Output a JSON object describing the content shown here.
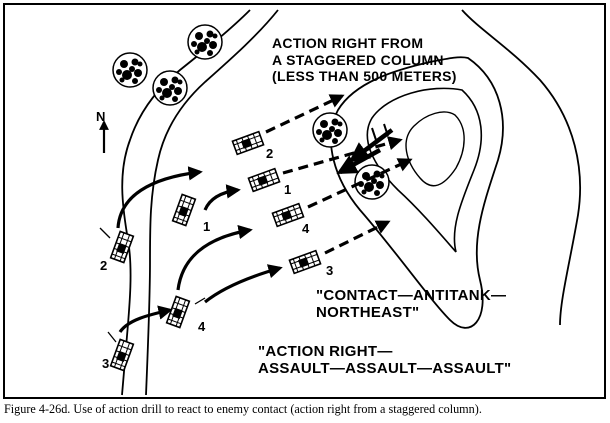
{
  "diagram": {
    "title_lines": [
      "ACTION RIGHT FROM",
      "A STAGGERED COLUMN",
      "(LESS THAN 500 METERS)"
    ],
    "contact_lines": [
      "\"CONTACT—ANTITANK—",
      "NORTHEAST\""
    ],
    "action_lines": [
      "\"ACTION RIGHT—",
      "ASSAULT—ASSAULT—ASSAULT\""
    ],
    "north_label": "N",
    "column_numbers": [
      "2",
      "1",
      "4",
      "3"
    ],
    "new_position_numbers": [
      "2",
      "1",
      "4",
      "3"
    ]
  },
  "caption": "Figure 4-26d.  Use of action drill to react to enemy contact (action right from a staggered column).",
  "colors": {
    "ink": "#000000",
    "paper": "#ffffff"
  }
}
